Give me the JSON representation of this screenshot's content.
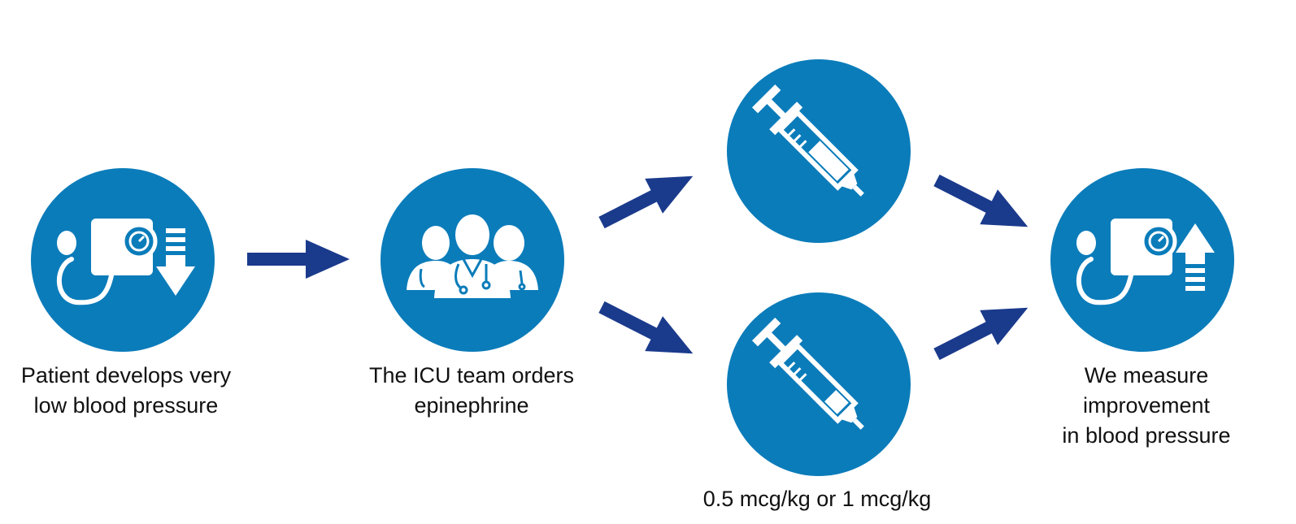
{
  "colors": {
    "circle": "#0b7cba",
    "arrow": "#1a3a8c",
    "icon": "#ffffff",
    "text": "#111111"
  },
  "steps": [
    {
      "id": "low-bp",
      "icon": "blood-pressure-down-icon",
      "label": "Patient develops very\nlow blood pressure"
    },
    {
      "id": "icu-team",
      "icon": "medical-team-icon",
      "label": "The ICU team orders\nepinephrine"
    },
    {
      "id": "dose-a",
      "icon": "syringe-icon",
      "label": ""
    },
    {
      "id": "dose-b",
      "icon": "syringe-icon",
      "label": "0.5 mcg/kg or 1 mcg/kg"
    },
    {
      "id": "improved-bp",
      "icon": "blood-pressure-up-icon",
      "label": "We measure\nimprovement\nin blood pressure"
    }
  ]
}
